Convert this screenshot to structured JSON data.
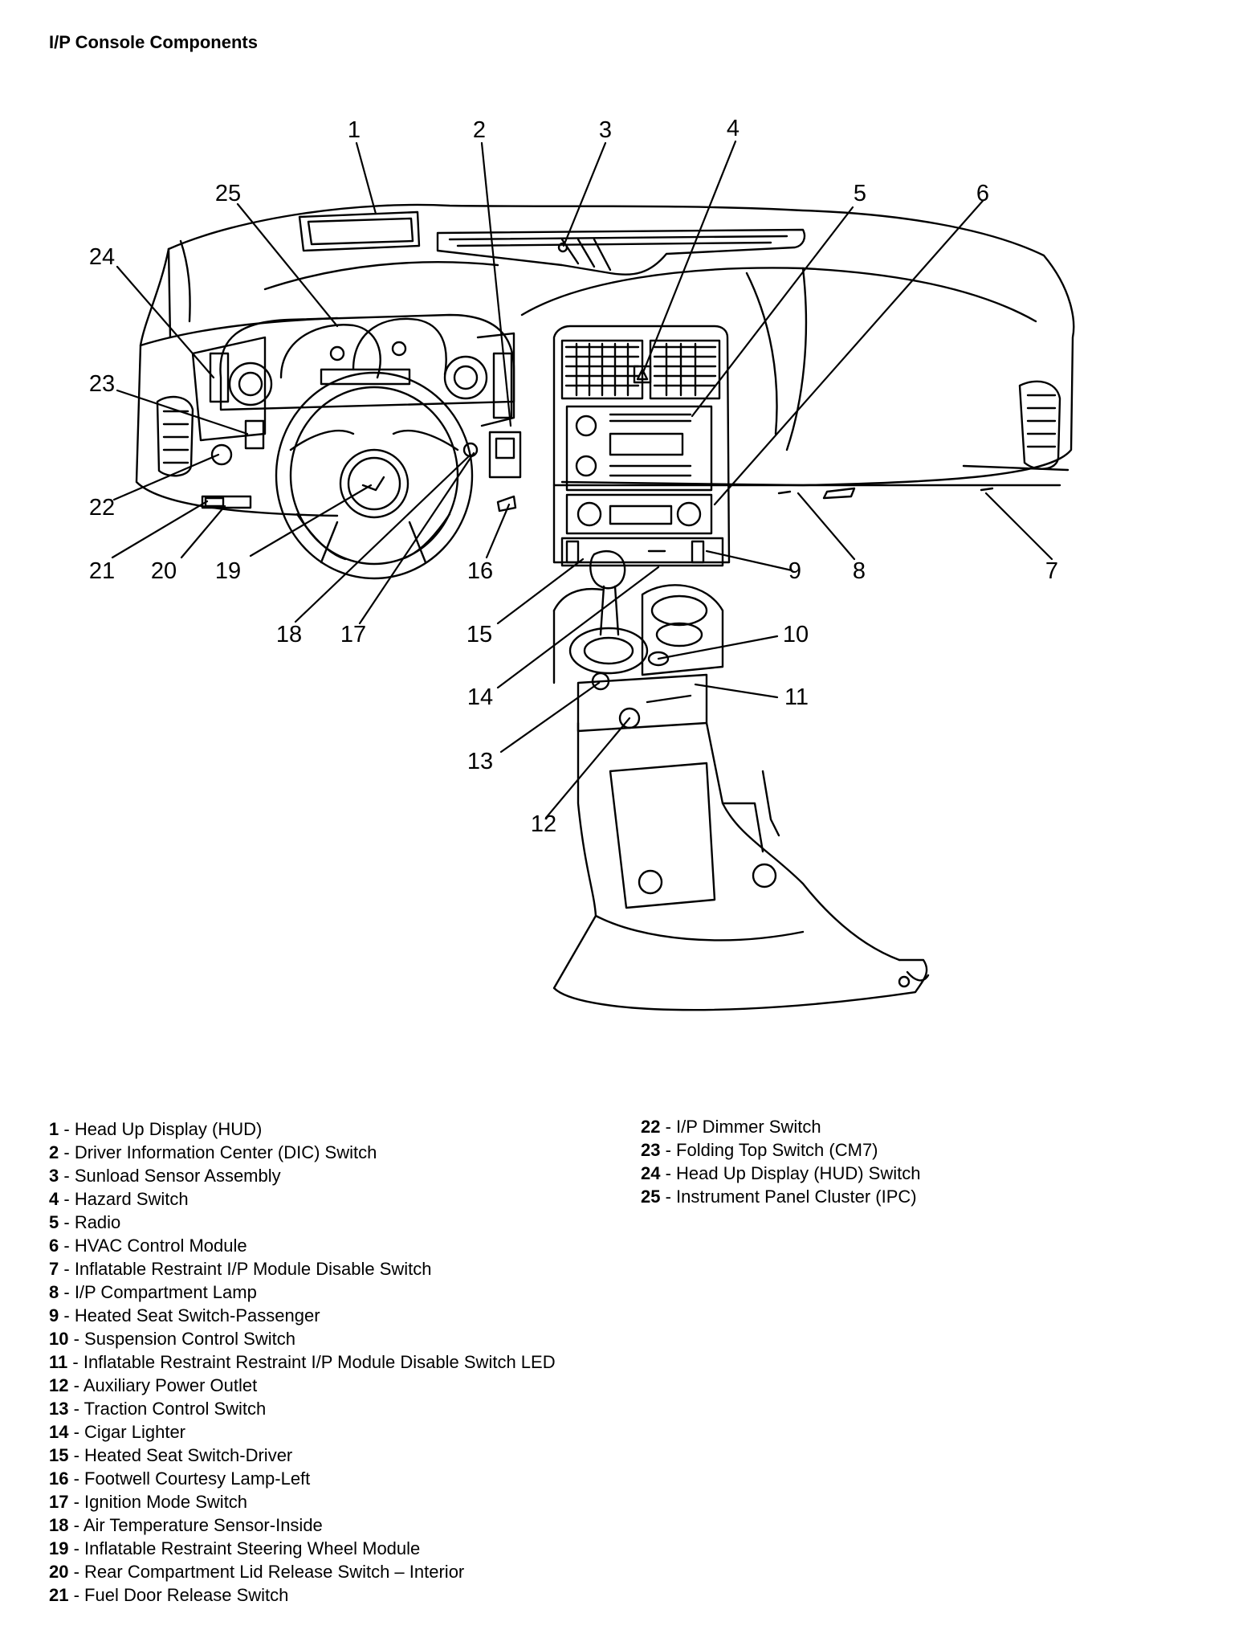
{
  "title": "I/P Console Components",
  "callouts": [
    "1",
    "2",
    "3",
    "4",
    "5",
    "6",
    "7",
    "8",
    "9",
    "10",
    "11",
    "12",
    "13",
    "14",
    "15",
    "16",
    "17",
    "18",
    "19",
    "20",
    "21",
    "22",
    "23",
    "24",
    "25"
  ],
  "legend": [
    {
      "num": "1",
      "label": "Head Up Display (HUD)"
    },
    {
      "num": "2",
      "label": "Driver Information Center (DIC) Switch"
    },
    {
      "num": "3",
      "label": "Sunload Sensor Assembly"
    },
    {
      "num": "4",
      "label": "Hazard Switch"
    },
    {
      "num": "5",
      "label": "Radio"
    },
    {
      "num": "6",
      "label": "HVAC Control Module"
    },
    {
      "num": "7",
      "label": "Inflatable Restraint I/P Module Disable Switch"
    },
    {
      "num": "8",
      "label": "I/P Compartment Lamp"
    },
    {
      "num": "9",
      "label": "Heated Seat Switch-Passenger"
    },
    {
      "num": "10",
      "label": "Suspension Control Switch"
    },
    {
      "num": "11",
      "label": "Inflatable Restraint Restraint I/P Module Disable Switch LED"
    },
    {
      "num": "12",
      "label": "Auxiliary Power Outlet"
    },
    {
      "num": "13",
      "label": "Traction Control Switch"
    },
    {
      "num": "14",
      "label": "Cigar Lighter"
    },
    {
      "num": "15",
      "label": "Heated Seat Switch-Driver"
    },
    {
      "num": "16",
      "label": "Footwell Courtesy Lamp-Left"
    },
    {
      "num": "17",
      "label": "Ignition Mode Switch"
    },
    {
      "num": "18",
      "label": "Air Temperature Sensor-Inside"
    },
    {
      "num": "19",
      "label": "Inflatable Restraint Steering Wheel Module"
    },
    {
      "num": "20",
      "label": "Rear Compartment Lid Release Switch – Interior"
    },
    {
      "num": "21",
      "label": "Fuel Door Release Switch"
    },
    {
      "num": "22",
      "label": "I/P Dimmer Switch"
    },
    {
      "num": "23",
      "label": "Folding Top Switch (CM7)"
    },
    {
      "num": "24",
      "label": "Head Up Display (HUD) Switch"
    },
    {
      "num": "25",
      "label": "Instrument Panel Cluster (IPC)"
    }
  ]
}
